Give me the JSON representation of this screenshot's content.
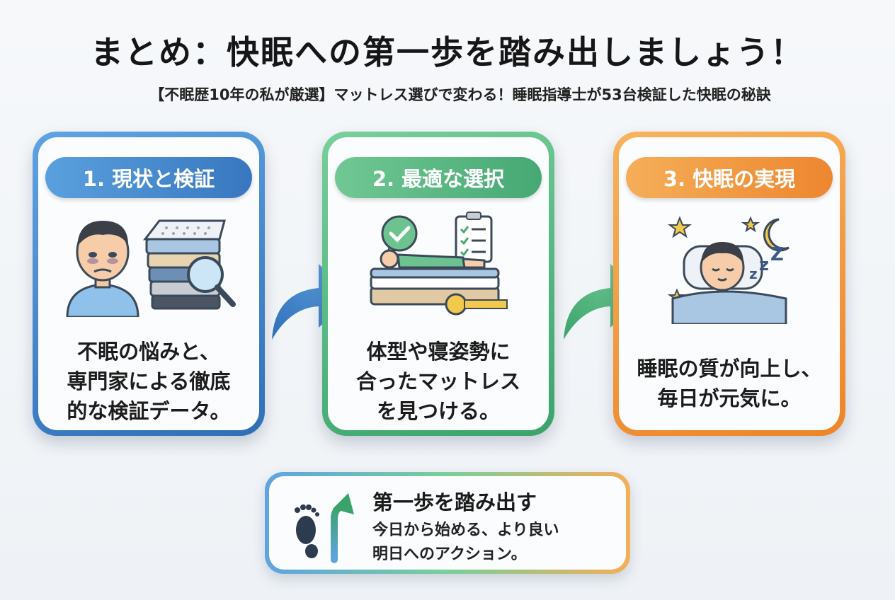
{
  "header": {
    "title": "まとめ：快眠への第一歩を踏み出しましょう！",
    "subtitle": "【不眠歴10年の私が厳選】マットレス選びで変わる！睡眠指導士が53台検証した快眠の秘訣"
  },
  "cards": [
    {
      "label": "1. 現状と検証",
      "lines": [
        "不眠の悩みと、",
        "専門家による徹底",
        "的な検証データ。"
      ],
      "icon": "tired-person-mattress-stack-magnifier-icon",
      "color": "#3877c0"
    },
    {
      "label": "2. 最適な選択",
      "lines": [
        "体型や寝姿勢に",
        "合ったマットレス",
        "を見つける。"
      ],
      "icon": "person-on-mattress-checklist-icon",
      "color": "#46a873"
    },
    {
      "label": "3. 快眠の実現",
      "lines": [
        "睡眠の質が向上し、",
        "毎日が元気に。"
      ],
      "icon": "sleeping-person-moon-stars-icon",
      "color": "#ee8630"
    }
  ],
  "step": {
    "title": "第一歩を踏み出す",
    "lines": [
      "今日から始める、より良い",
      "明日へのアクション。"
    ],
    "icon": "footprint-up-arrow-icon"
  }
}
